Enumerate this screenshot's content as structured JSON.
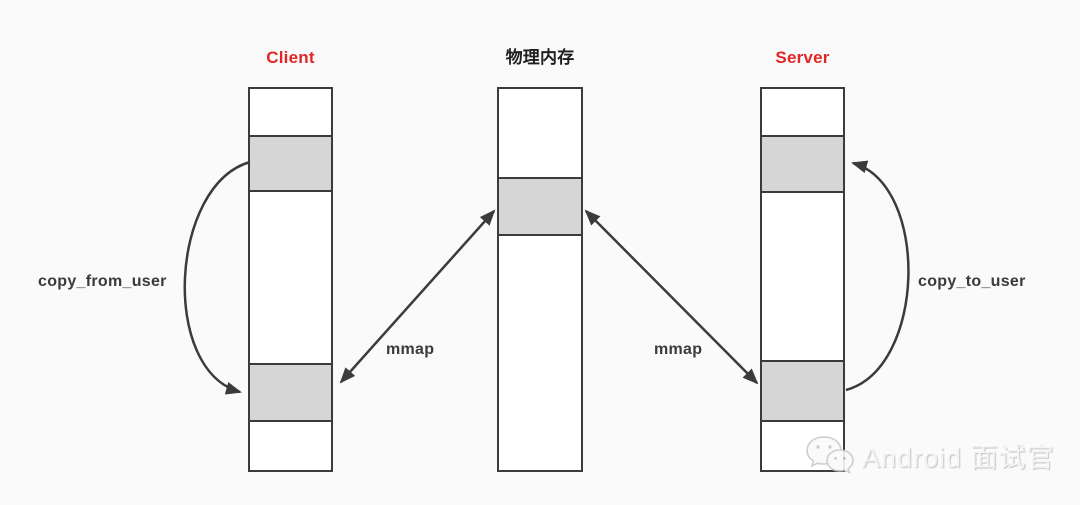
{
  "diagram": {
    "background_color": "#fafafa",
    "stroke_color": "#3b3b3b",
    "shaded_region_color": "#d6d6d6",
    "accent_color": "#e02626",
    "columns": [
      {
        "id": "client",
        "title": "Client",
        "title_color": "#e02626",
        "shaded_regions": 2
      },
      {
        "id": "physical-memory",
        "title": "物理内存",
        "title_color": "#1f1f1f",
        "shaded_regions": 1
      },
      {
        "id": "server",
        "title": "Server",
        "title_color": "#e02626",
        "shaded_regions": 2
      }
    ],
    "labels": {
      "copy_from_user": "copy_from_user",
      "copy_to_user": "copy_to_user",
      "mmap_left": "mmap",
      "mmap_right": "mmap"
    },
    "arrows": [
      {
        "id": "copy-from-user-arrow",
        "type": "curved",
        "from": "client-upper-shaded-region",
        "to": "client-lower-shaded-region"
      },
      {
        "id": "mmap-left-arrow",
        "type": "straight-double",
        "from": "client-lower-shaded-region",
        "to": "physical-memory-shaded-region"
      },
      {
        "id": "mmap-right-arrow",
        "type": "straight-double",
        "from": "physical-memory-shaded-region",
        "to": "server-lower-shaded-region"
      },
      {
        "id": "copy-to-user-arrow",
        "type": "curved",
        "from": "server-lower-shaded-region",
        "to": "server-upper-shaded-region"
      }
    ],
    "watermark": {
      "text": "Android 面试官",
      "icon": "wechat-icon"
    }
  }
}
